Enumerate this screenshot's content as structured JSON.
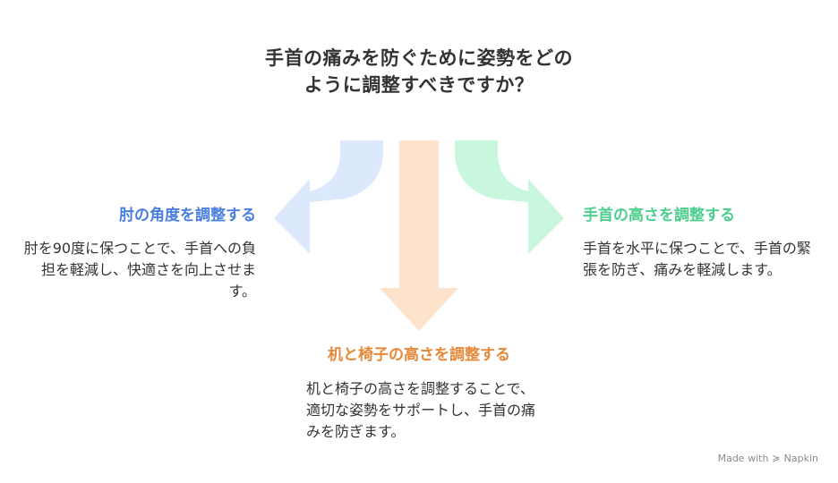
{
  "title": "手首の痛みを防ぐために姿勢をどのように調整すべきですか？",
  "branches": {
    "left": {
      "heading": "肘の角度を調整する",
      "body": "肘を90度に保つことで、手首への負担を軽減し、快適さを向上させます。",
      "color": "#4a7ee0",
      "arrow_color": "#dce8fb"
    },
    "middle": {
      "heading": "机と椅子の高さを調整する",
      "body": "机と椅子の高さを調整することで、適切な姿勢をサポートし、手首の痛みを防ぎます。",
      "color": "#e8893a",
      "arrow_color": "#fde3cc"
    },
    "right": {
      "heading": "手首の高さを調整する",
      "body": "手首を水平に保つことで、手首の緊張を防ぎ、痛みを軽減します。",
      "color": "#4ccf8e",
      "arrow_color": "#c9f7de"
    }
  },
  "footer": {
    "made_with": "Made with",
    "brand": "Napkin",
    "icon": "napkin-logo-icon"
  }
}
